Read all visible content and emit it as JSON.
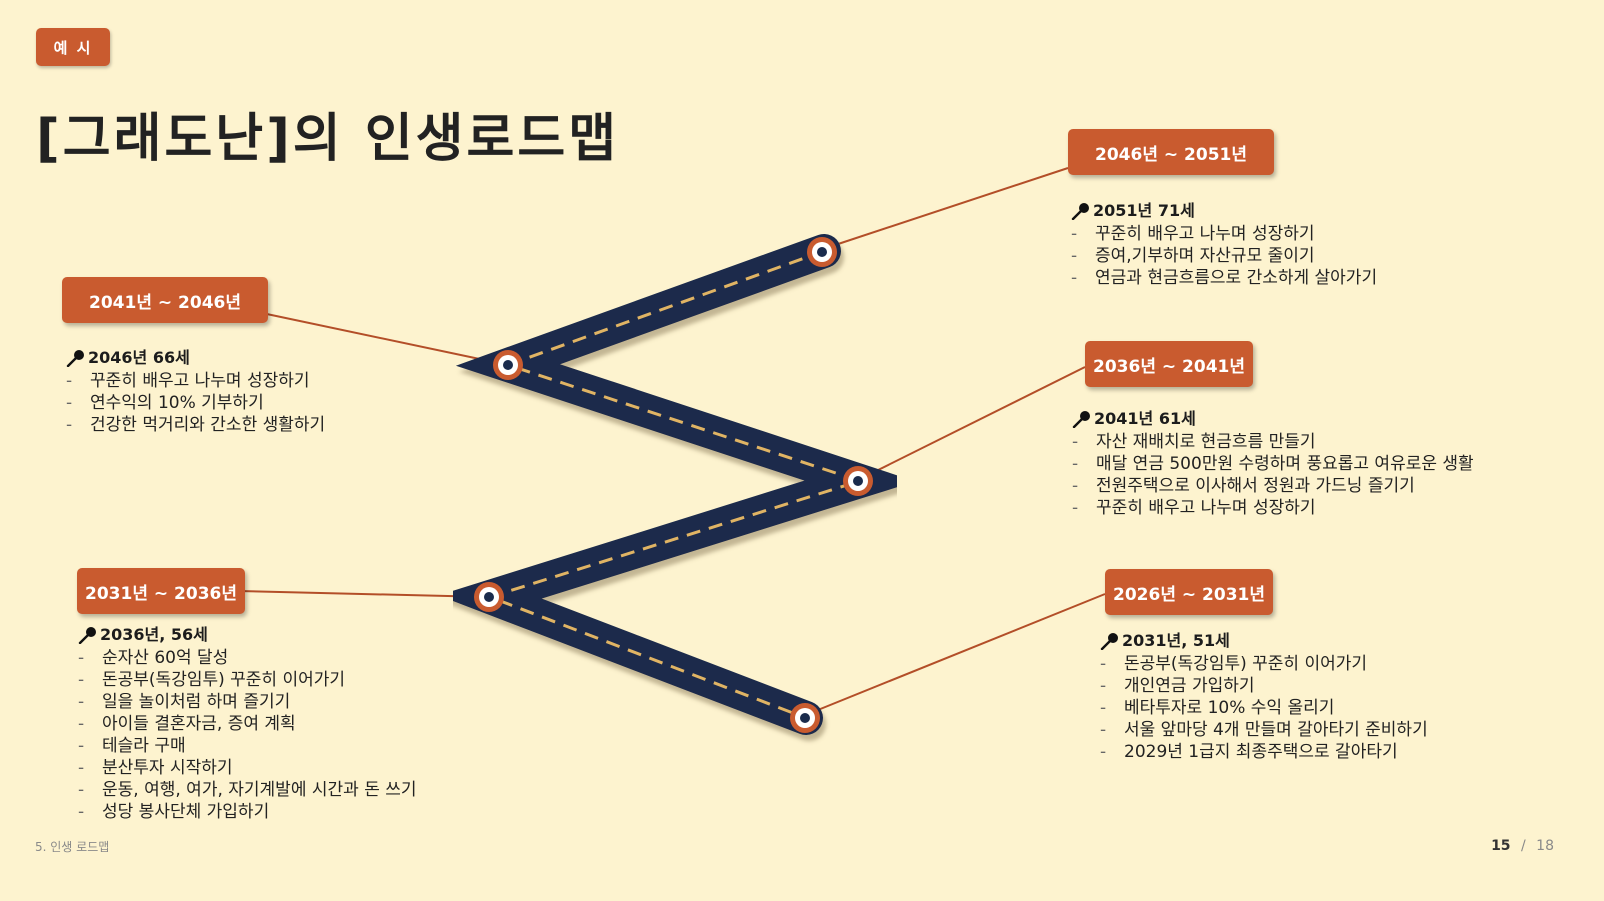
{
  "tag": "예 시",
  "title": "[그래도난]의 인생로드맵",
  "milestones": [
    {
      "period": "2046년 ~ 2051년",
      "heading": "2051년 71세",
      "items": [
        "꾸준히 배우고 나누며 성장하기",
        "증여,기부하며 자산규모 줄이기",
        "연금과 현금흐름으로 간소하게 살아가기"
      ]
    },
    {
      "period": "2041년 ~ 2046년",
      "heading": "2046년 66세",
      "items": [
        "꾸준히 배우고 나누며 성장하기",
        "연수익의 10% 기부하기",
        "건강한 먹거리와 간소한 생활하기"
      ]
    },
    {
      "period": "2036년 ~ 2041년",
      "heading": "2041년 61세",
      "items": [
        "자산 재배치로 현금흐름 만들기",
        "매달 연금 500만원 수령하며 풍요롭고 여유로운 생활",
        "전원주택으로 이사해서 정원과 가드닝 즐기기",
        "꾸준히 배우고 나누며 성장하기"
      ]
    },
    {
      "period": "2031년 ~ 2036년",
      "heading": "2036년, 56세",
      "items": [
        "순자산 60억 달성",
        "돈공부(독강임투) 꾸준히 이어가기",
        "일을 놀이처럼 하며 즐기기",
        "아이들 결혼자금, 증여 계획",
        "테슬라 구매",
        "분산투자 시작하기",
        "운동, 여행, 여가, 자기계발에 시간과 돈 쓰기",
        "성당 봉사단체 가입하기"
      ]
    },
    {
      "period": "2026년 ~ 2031년",
      "heading": "2031년, 51세",
      "items": [
        "돈공부(독강임투) 꾸준히 이어가기",
        "개인연금 가입하기",
        "베타투자로 10% 수익 올리기",
        "서울 앞마당 4개 만들며 갈아타기 준비하기",
        "2029년 1급지 최종주택으로 갈아타기"
      ]
    }
  ],
  "footer": {
    "section": "5. 인생 로드맵",
    "page": "15",
    "separator": "/",
    "total": "18"
  },
  "colors": {
    "background": "#fdf3cf",
    "accent": "#c95b2f",
    "road": "#1a2b4c",
    "road_dash": "#e0b464"
  }
}
